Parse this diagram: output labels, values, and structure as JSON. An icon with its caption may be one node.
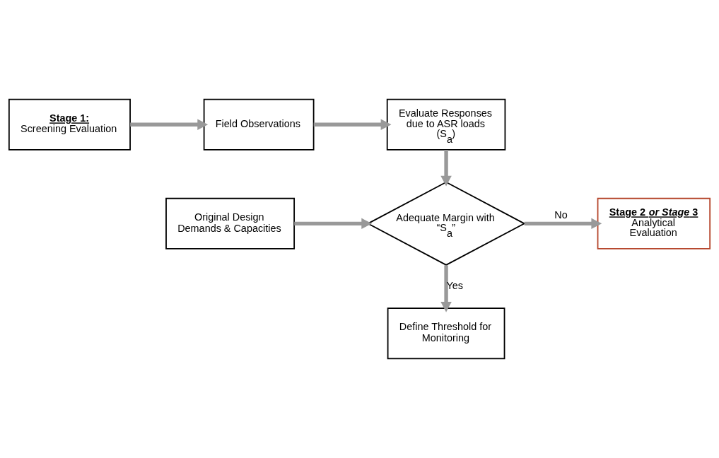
{
  "diagram": {
    "nodes": [
      {
        "text": [
          "Stage 1:",
          "Screening Evaluation"
        ]
      },
      {
        "text": [
          "Field Observations"
        ]
      },
      {
        "text": [
          "Evaluate Responses due to ASR loads (S$_{a}$)"
        ]
      },
      {
        "text": [
          "Original Design Demands & Capacities"
        ]
      },
      {
        "text": [
          "Adequate Margin with “S$_{a}$”"
        ]
      },
      {
        "text": [
          "Stage 2 *or Stage* 3",
          "Analytical Evaluation"
        ]
      },
      {
        "text": [
          "Define Threshold for Monitoring"
        ]
      }
    ],
    "edges": [
      {
        "from": 0,
        "to": 1,
        "arrow": "to"
      },
      {
        "from": 1,
        "to": 2,
        "arrow": "to"
      },
      {
        "from": 2,
        "to": 4,
        "arrow": "to"
      },
      {
        "from": 3,
        "to": 4,
        "arrow": "to"
      },
      {
        "from": 4,
        "to": 5,
        "arrow": "to",
        "label": "No"
      },
      {
        "from": 4,
        "to": 6,
        "arrow": "to",
        "label": "Yes"
      }
    ]
  }
}
